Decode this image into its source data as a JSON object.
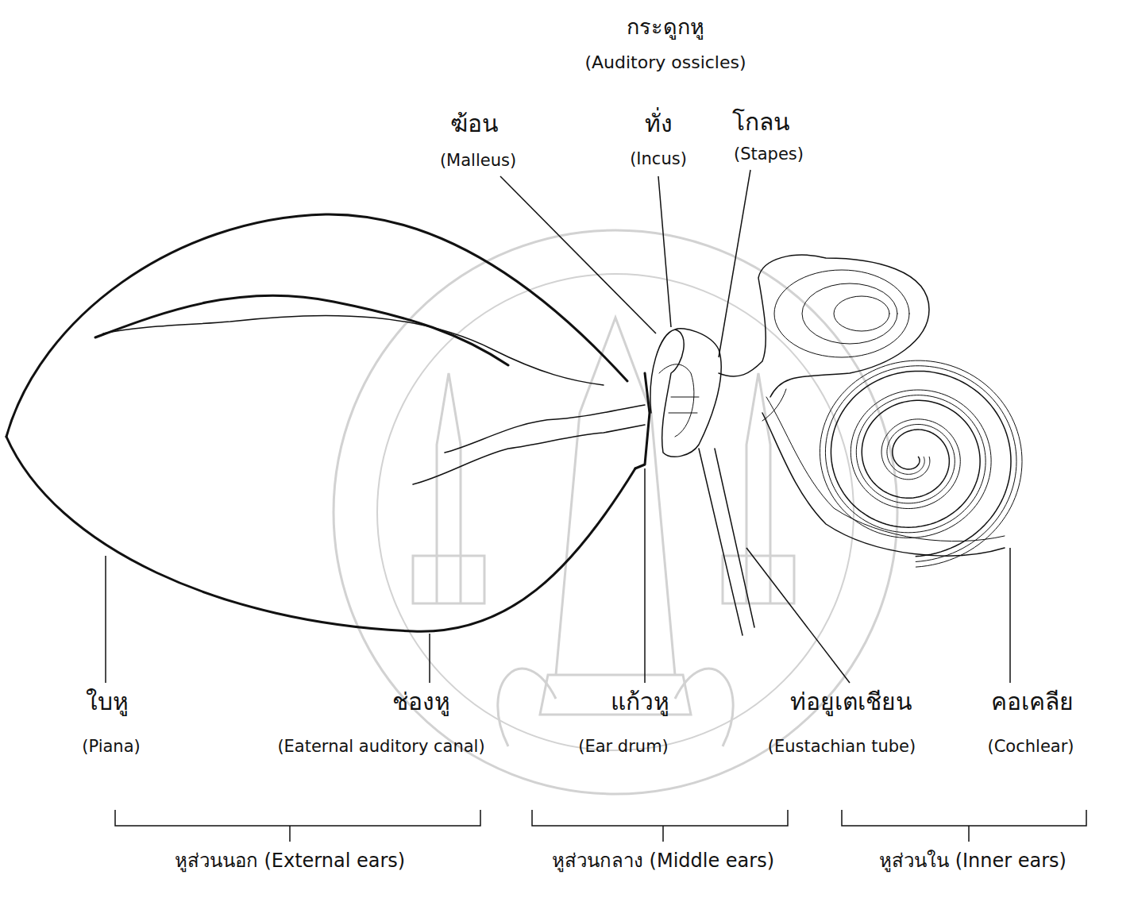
{
  "diagram": {
    "labels": [
      "กระดูกหู",
      "(Auditory ossicles)",
      "ฆ้อน",
      "(Malleus)",
      "ทั่ง",
      "(Incus)",
      "โกลน",
      "(Stapes)",
      "ใบหู",
      "(Piana)",
      "ช่องหู",
      "(Eaternal auditory canal)",
      "แก้วหู",
      "(Ear drum)",
      "ท่อยูเตเชียน",
      "(Eustachian tube)",
      "คอเคลีย",
      "(Cochlear)",
      "หูส่วนนอก (External ears)",
      "หูส่วนกลาง (Middle ears)",
      "หูส่วนใน (Inner ears)"
    ]
  }
}
